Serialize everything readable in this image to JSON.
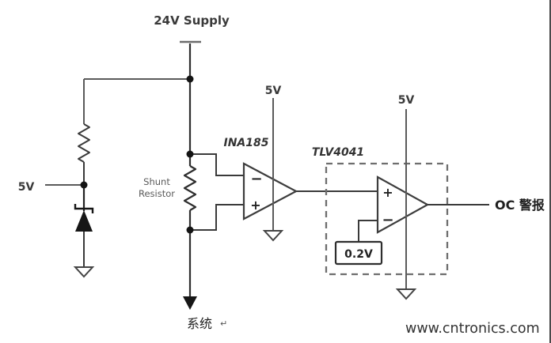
{
  "diagram": {
    "supply": {
      "label": "24V Supply"
    },
    "left_clamp": {
      "rail_label": "5V"
    },
    "shunt": {
      "label_line1": "Shunt",
      "label_line2": "Resistor"
    },
    "ina185": {
      "name": "INA185",
      "supply_label": "5V",
      "inverting_label": "−",
      "noninverting_label": "+"
    },
    "tlv4041": {
      "name": "TLV4041",
      "supply_label": "5V",
      "noninverting_label": "+",
      "inverting_label": "−",
      "vref_label": "0.2V"
    },
    "output": {
      "label": "OC 警报"
    },
    "system": {
      "label": "系统",
      "return_mark": "↵"
    },
    "watermark": {
      "text": "www.cntronics.com",
      "color": "#b6d8a6"
    },
    "colors": {
      "wire": "#4a4a4a",
      "text": "#333333",
      "dashed_box": "#6e6e6e"
    }
  }
}
